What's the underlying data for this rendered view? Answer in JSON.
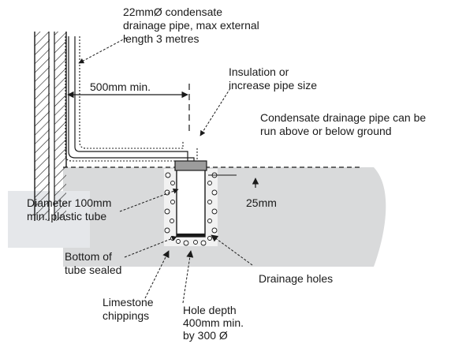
{
  "labels": {
    "pipe_spec": [
      "22mmØ condensate",
      "drainage pipe, max external",
      "length 3 metres"
    ],
    "distance": "500mm min.",
    "insulation": [
      "Insulation or",
      "increase pipe size"
    ],
    "run_note": [
      "Condensate drainage pipe can be",
      "run above or below ground"
    ],
    "depth_offset": "25mm",
    "tube": [
      "Diameter 100mm",
      "min. plastic tube"
    ],
    "tube_bottom": [
      "Bottom of",
      "tube sealed"
    ],
    "drainage_holes": "Drainage holes",
    "chippings": [
      "Limestone",
      "chippings"
    ],
    "hole_depth": [
      "Hole depth",
      "400mm min.",
      "by 300 Ø"
    ]
  },
  "colors": {
    "ground": "#d9dadb",
    "ground_light": "#e5e7ea",
    "tube_inner": "#ffffff",
    "tube_cap": "#9c9c9c",
    "line": "#1a1a1a"
  }
}
